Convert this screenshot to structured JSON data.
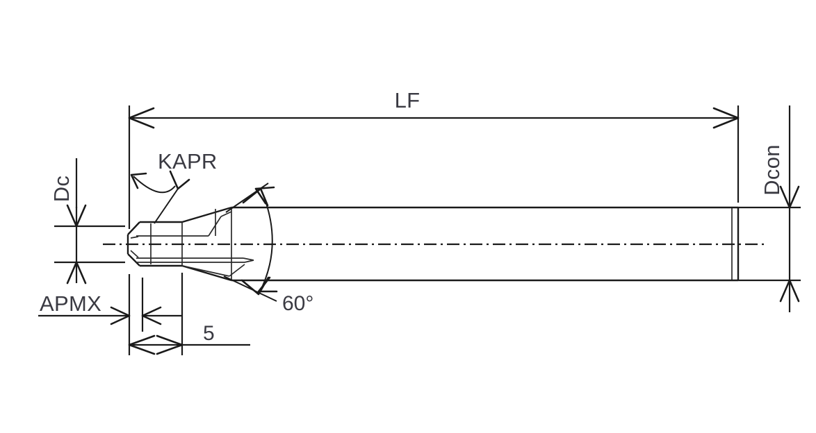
{
  "drawing": {
    "type": "engineering-dimension-drawing",
    "subject": "chamfer end mill / spot drill tool profile",
    "background_color": "#ffffff",
    "line_color": "#1a1a1a",
    "text_color": "#3a3a42"
  },
  "dimensions": {
    "lf": {
      "label": "LF",
      "meaning": "overall tool length",
      "orientation": "horizontal",
      "text_position": "above-line-centered"
    },
    "dc": {
      "label": "Dc",
      "meaning": "cutting diameter",
      "orientation": "vertical-rotated",
      "text_position": "left"
    },
    "dcon": {
      "label": "Dcon",
      "meaning": "shank / connection diameter",
      "orientation": "vertical-rotated",
      "text_position": "right"
    },
    "kapr": {
      "label": "KAPR",
      "meaning": "tool cutting edge lead angle",
      "orientation": "horizontal",
      "leader": "double-ended-arc-arrow"
    },
    "apmx": {
      "label": "APMX",
      "meaning": "maximum depth of cut",
      "orientation": "horizontal",
      "text_position": "left-of-line"
    },
    "flute_length": {
      "label": "5",
      "meaning": "flute length",
      "orientation": "horizontal",
      "text_position": "above-line-right"
    },
    "point_angle": {
      "label": "60°",
      "meaning": "included point angle",
      "orientation": "horizontal",
      "text_position": "right-of-arc"
    }
  },
  "labels_flat": [
    "LF",
    "Dc",
    "KAPR",
    "Dcon",
    "APMX",
    "5",
    "60°"
  ]
}
